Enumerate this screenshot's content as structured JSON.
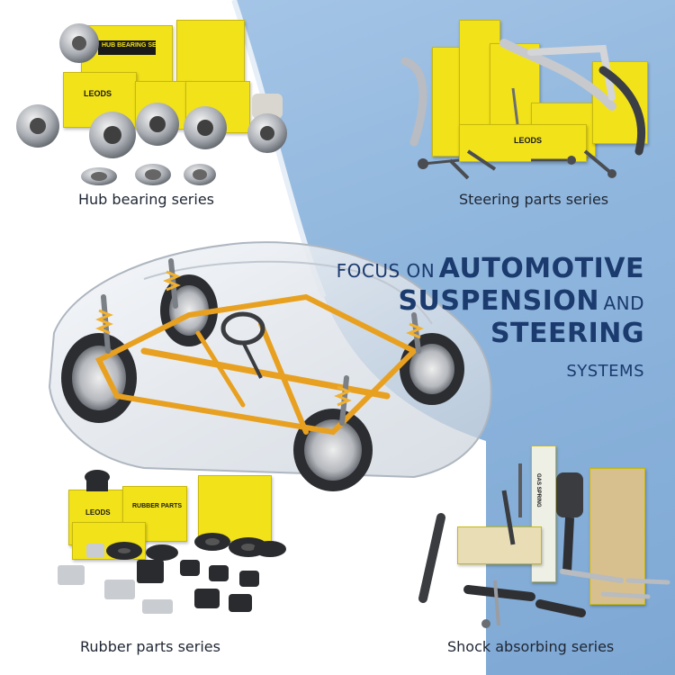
{
  "headline": {
    "line1_thin": "FOCUS ON",
    "line1_bold": "AUTOMOTIVE",
    "line2_bold": "SUSPENSION",
    "line2_thin": "AND",
    "line3_bold": "STEERING",
    "line4_thin": "SYSTEMS"
  },
  "series": {
    "hub": "Hub bearing series",
    "steering": "Steering parts series",
    "rubber": "Rubber parts series",
    "shock": "Shock absorbing series"
  },
  "packaging": {
    "brand": "LEODS",
    "hub_box_label": "HUB BEARING SERIES",
    "rubber_box_label": "RUBBER PARTS",
    "shock_box_label": "GAS SPRING"
  },
  "colors": {
    "box_yellow": "#f2e21a",
    "headline_blue": "#1b3a6e",
    "background_blue": "#8fb6dd",
    "chassis_orange": "#e8a020"
  }
}
